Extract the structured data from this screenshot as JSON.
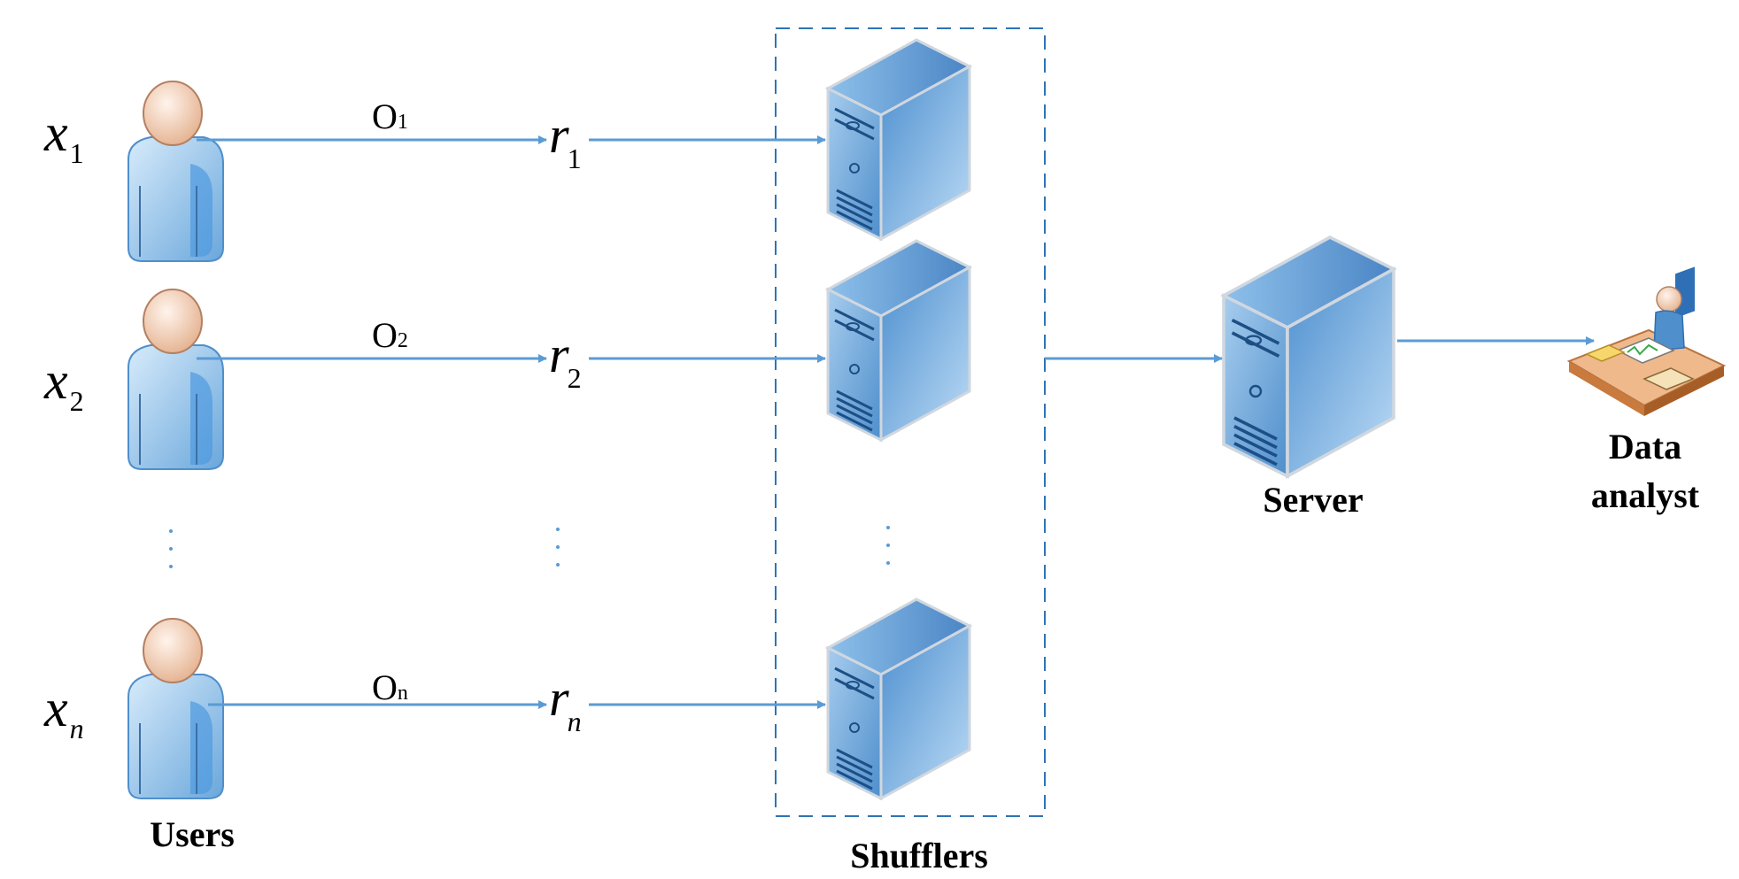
{
  "colors": {
    "arrow": "#5b9bd5",
    "dashed_box": "#2e74b5",
    "dots": "#5b9bd5",
    "text": "#000000"
  },
  "users": {
    "label": "Users",
    "rows": [
      {
        "x_main": "x",
        "x_sub": "1",
        "op_main": "O",
        "op_sub": "1",
        "r_main": "r",
        "r_sub": "1"
      },
      {
        "x_main": "x",
        "x_sub": "2",
        "op_main": "O",
        "op_sub": "2",
        "r_main": "r",
        "r_sub": "2"
      },
      {
        "x_main": "x",
        "x_sub": "n",
        "op_main": "O",
        "op_sub": "n",
        "r_main": "r",
        "r_sub": "n"
      }
    ]
  },
  "shufflers": {
    "label": "Shufflers"
  },
  "server": {
    "label": "Server"
  },
  "analyst": {
    "label_line1": "Data",
    "label_line2": "analyst"
  },
  "icons": {
    "user": "user-person-icon",
    "shuffler": "server-tower-icon",
    "server": "server-tower-icon",
    "analyst": "data-analyst-desk-icon"
  }
}
